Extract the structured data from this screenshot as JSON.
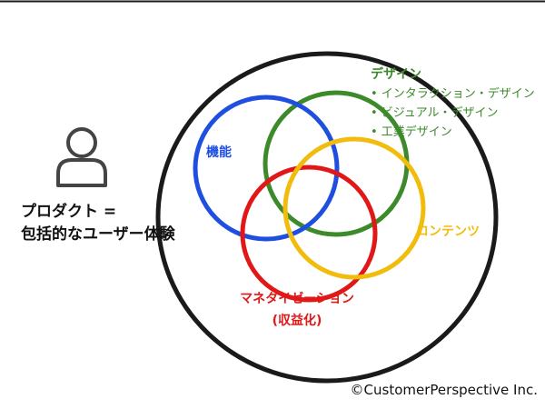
{
  "colors": {
    "outer": "#1a1a1a",
    "function": "#1f4fe0",
    "design": "#3d8a2a",
    "monetization": "#e01818",
    "content": "#f2bc0c",
    "text": "#111111",
    "icon": "#444444"
  },
  "product": {
    "line1": "プロダクト =",
    "line2": "包括的なユーザー体験"
  },
  "circles": {
    "function_label": "機能",
    "design_label": "デザイン",
    "design_items": [
      "• インタラクション・デザイン",
      "• ビジュアル・デザイン",
      "• 工業デザイン"
    ],
    "content_label": "コンテンツ",
    "monetization_line1": "マネタイゼーション",
    "monetization_line2": "(収益化)"
  },
  "copyright": "©CustomerPerspective Inc."
}
